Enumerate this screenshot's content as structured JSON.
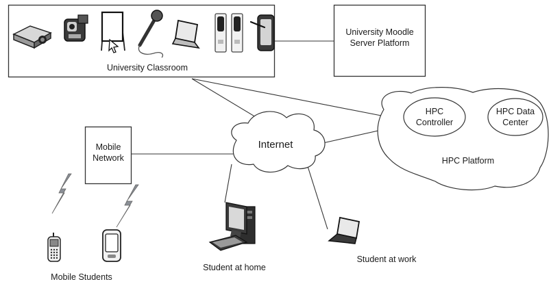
{
  "classroom": {
    "label": "University Classroom"
  },
  "moodle": {
    "line1": "University Moodle",
    "line2": "Server Platform"
  },
  "internet": {
    "label": "Internet"
  },
  "hpc_controller": {
    "line1": "HPC",
    "line2": "Controller"
  },
  "hpc_data_center": {
    "line1": "HPC Data",
    "line2": "Center"
  },
  "hpc_platform": {
    "label": "HPC Platform"
  },
  "mobile_network": {
    "line1": "Mobile",
    "line2": "Network"
  },
  "students": {
    "mobile": "Mobile Students",
    "home": "Student at home",
    "work": "Student at work"
  },
  "colors": {
    "stroke": "#333333",
    "device_dark": "#3a3a3a",
    "device_light": "#d8d8d8",
    "bolt": "#8a8f96"
  },
  "icons": [
    "projector-icon",
    "video-camera-icon",
    "whiteboard-icon",
    "microphone-icon",
    "laptop-icon",
    "speakers-icon",
    "tablet-icon",
    "lightning-icon",
    "cellphone-icon",
    "pda-icon",
    "desktop-computer-icon"
  ]
}
